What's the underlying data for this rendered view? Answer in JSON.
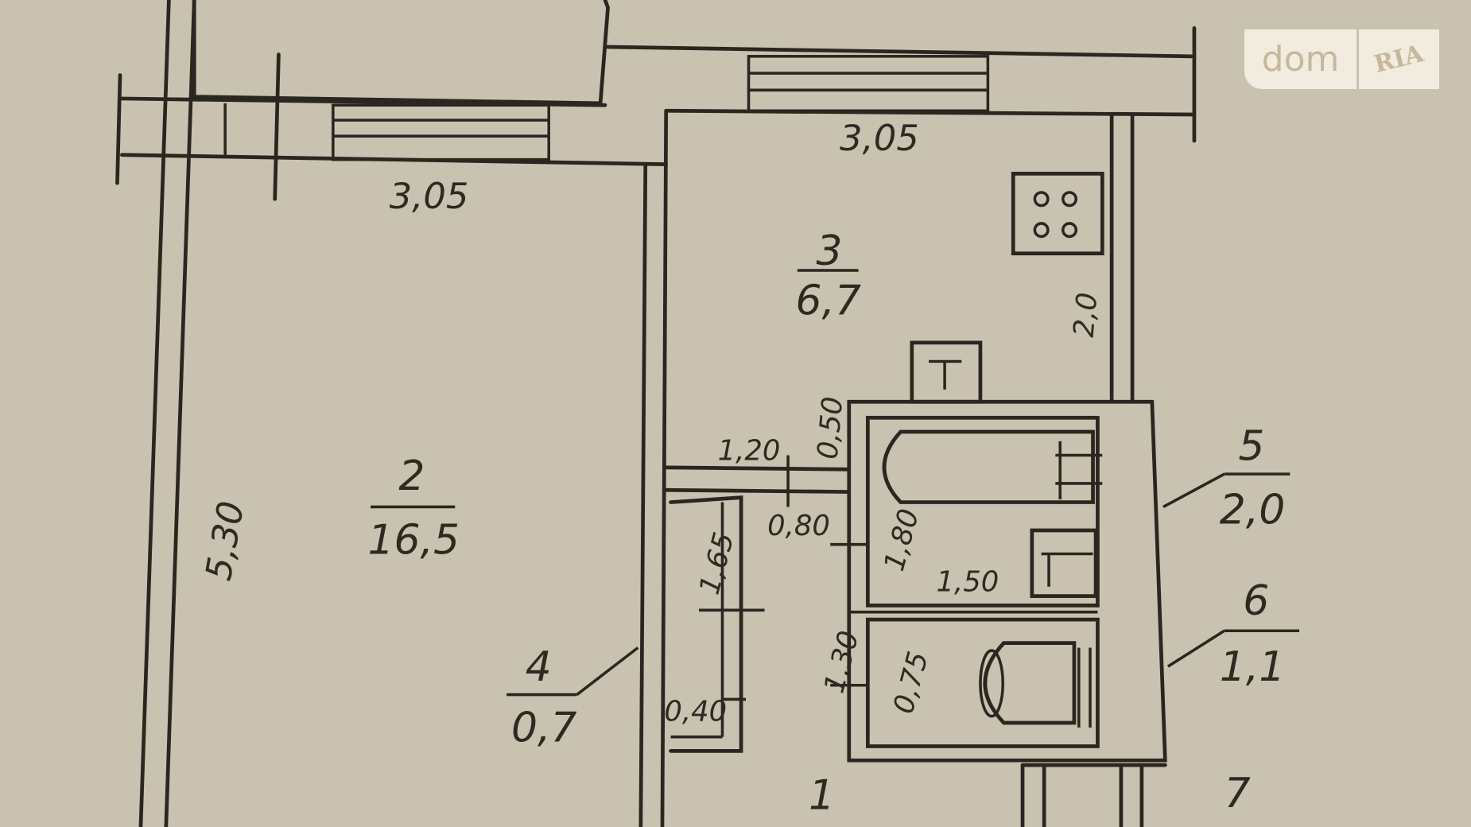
{
  "watermark": {
    "left": "dom",
    "right": "RIA",
    "star_icon": "star-icon"
  },
  "colors": {
    "paper": "#c9c2b0",
    "ink": "#2a2620",
    "watermark_bg": "#f1ebe0",
    "watermark_text": "#c6b89a"
  },
  "rooms": [
    {
      "number": "1",
      "area": ""
    },
    {
      "number": "2",
      "area": "16,5"
    },
    {
      "number": "3",
      "area": "6,7"
    },
    {
      "number": "4",
      "area": "0,7"
    },
    {
      "number": "5",
      "area": "2,0"
    },
    {
      "number": "6",
      "area": "1,1"
    },
    {
      "number": "7",
      "area": ""
    }
  ],
  "dimensions": {
    "kitchen_width": "3,05",
    "room2_width": "3,05",
    "room2_length": "5,30",
    "kitchen_side": "2,0",
    "hall_width": "1,20",
    "bath_offset": "0,50",
    "door": "0,80",
    "closet_length": "1,65",
    "closet_depth": "0,40",
    "bath_length": "1,80",
    "bath_width": "1,50",
    "wc_length": "1,30",
    "wc_width": "0,75"
  }
}
